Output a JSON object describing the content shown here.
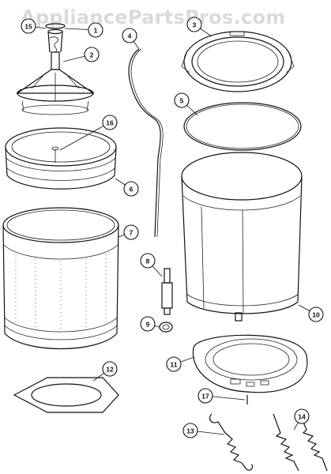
{
  "watermark": "AppliancePartsPros.com",
  "callouts": [
    "1",
    "2",
    "3",
    "4",
    "5",
    "6",
    "7",
    "8",
    "9",
    "10",
    "11",
    "12",
    "13",
    "14",
    "15",
    "16",
    "17"
  ],
  "colors": {
    "ink": "#111111",
    "watermark": "#dadada",
    "background": "#ffffff"
  }
}
